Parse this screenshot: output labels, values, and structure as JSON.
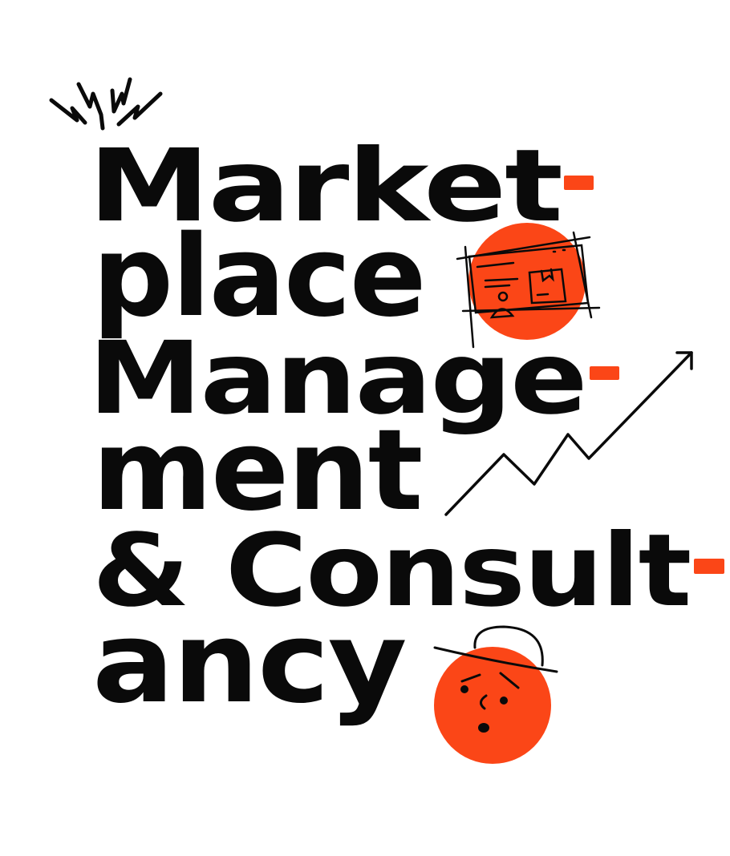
{
  "title_lines": [
    {
      "text": "Market",
      "hyphen": true
    },
    {
      "text": "place",
      "hyphen": false
    },
    {
      "text": "Manage",
      "hyphen": true
    },
    {
      "text": "ment",
      "hyphen": false
    },
    {
      "text": "& Consult",
      "hyphen": true
    },
    {
      "text": "ancy",
      "hyphen": false
    }
  ],
  "colors": {
    "accent": "#fb4617",
    "ink": "#0a0a0a",
    "background": "#ffffff"
  },
  "icons": [
    "burst-lines-icon",
    "browser-window-icon",
    "growth-arrow-icon",
    "confused-face-icon"
  ]
}
